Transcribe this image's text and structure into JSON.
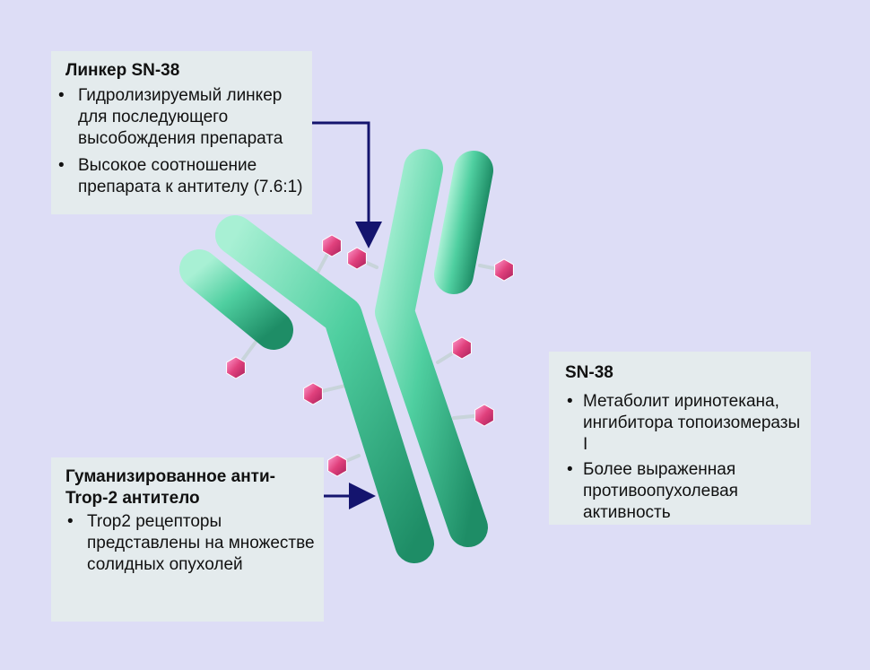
{
  "callouts": {
    "linker": {
      "title": "Линкер SN-38",
      "bullets": [
        "Гидролизируемый линкер для последующего высобождения препарата",
        "Высокое соотношение препарата к антителу (7.6:1)"
      ]
    },
    "sn38": {
      "title": "SN-38",
      "bullets": [
        "Метаболит иринотекана, ингибитора топоизомеразы I",
        "Более выраженная противоопухолевая активность"
      ]
    },
    "antibody": {
      "title": "Гуманизированное анти-Trop-2 антитело",
      "bullets": [
        "Trop2 рецепторы представлены на множестве солидных опухолей"
      ]
    }
  },
  "colors": {
    "background": "#ddddf6",
    "antibody": "#4fcfa0",
    "drug_payload": "#e0407c",
    "arrow": "#14146e",
    "callout_bg": "#e4ecec"
  }
}
